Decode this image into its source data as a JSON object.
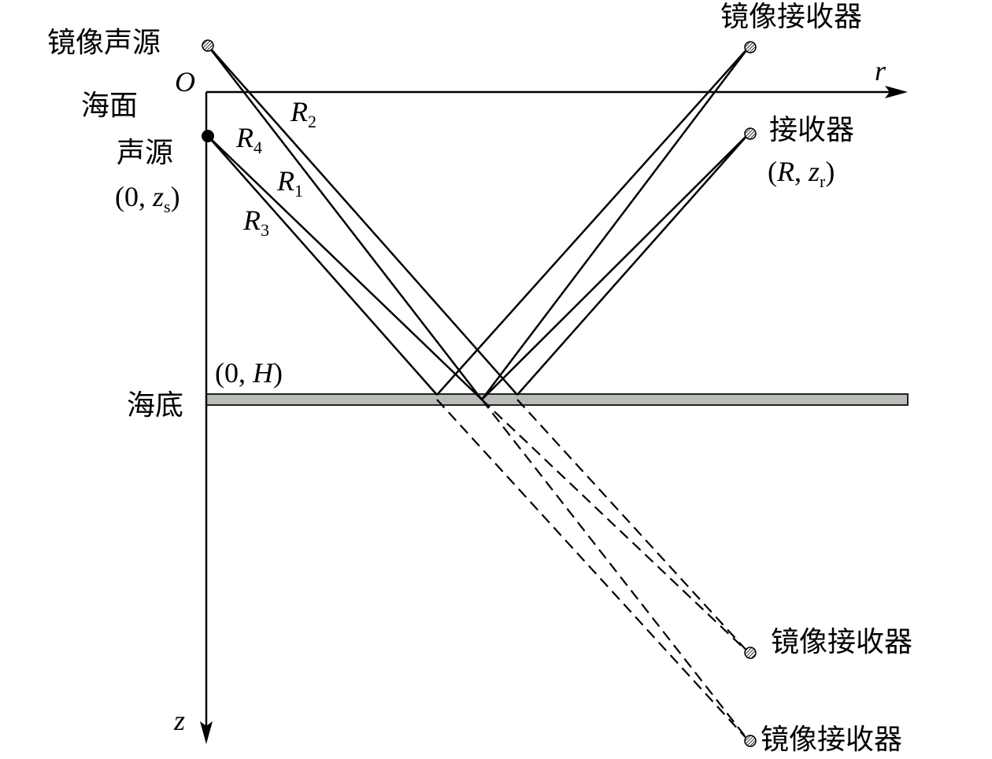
{
  "labels": {
    "image_source": "镜像声源",
    "origin": "O",
    "sea_surface": "海面",
    "source": "声源",
    "source_coord_open": "(0, ",
    "source_coord_var": "z",
    "source_coord_sub": "s",
    "source_coord_close": ")",
    "r_axis": "r",
    "z_axis": "z",
    "image_receiver_top": "镜像接收器",
    "receiver": "接收器",
    "receiver_coord_open": "(",
    "receiver_coord_var1": "R",
    "receiver_coord_mid": ", ",
    "receiver_coord_var2": "z",
    "receiver_coord_sub": "r",
    "receiver_coord_close": ")",
    "bottom_coord_open": "(0, ",
    "bottom_coord_var": "H",
    "bottom_coord_close": ")",
    "seabed": "海底",
    "image_receiver_mid": "镜像接收器",
    "image_receiver_low": "镜像接收器",
    "path_r1": "R",
    "path_r1_sub": "1",
    "path_r2": "R",
    "path_r2_sub": "2",
    "path_r3": "R",
    "path_r3_sub": "3",
    "path_r4": "R",
    "path_r4_sub": "4"
  },
  "colors": {
    "line": "#000000",
    "seabed_fill": "#b8bcb6",
    "seabed_stroke": "#222222",
    "background": "#ffffff"
  },
  "icons": {
    "source": "filled-dot-icon",
    "image_point": "hatched-circle-icon"
  }
}
